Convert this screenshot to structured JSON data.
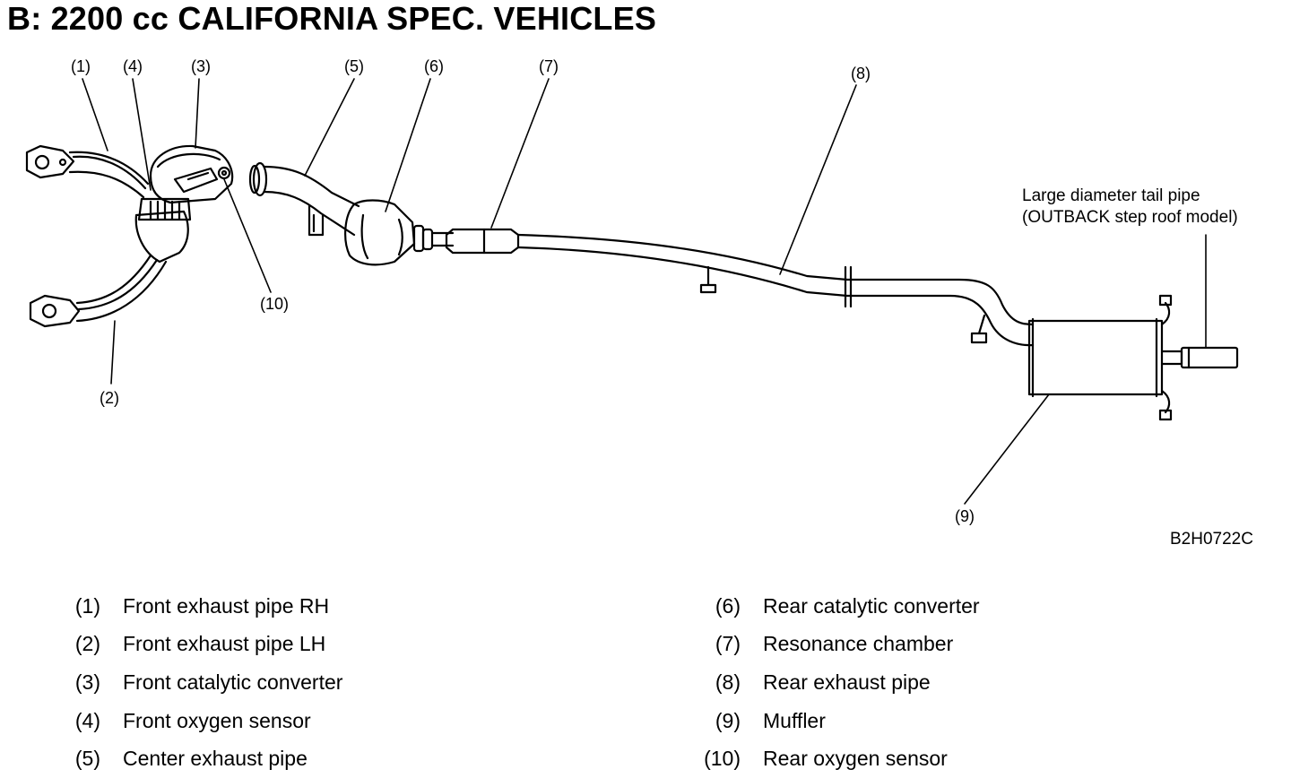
{
  "title": "B: 2200 cc CALIFORNIA SPEC. VEHICLES",
  "figure_code": "B2H0722C",
  "callouts": {
    "c1": "(1)",
    "c2": "(2)",
    "c3": "(3)",
    "c4": "(4)",
    "c5": "(5)",
    "c6": "(6)",
    "c7": "(7)",
    "c8": "(8)",
    "c9": "(9)",
    "c10": "(10)"
  },
  "tailpipe_note": {
    "line1": "Large diameter tail pipe",
    "line2": "(OUTBACK step roof model)"
  },
  "legend_left": [
    {
      "num": "(1)",
      "label": "Front exhaust pipe RH"
    },
    {
      "num": "(2)",
      "label": "Front exhaust pipe LH"
    },
    {
      "num": "(3)",
      "label": "Front catalytic converter"
    },
    {
      "num": "(4)",
      "label": "Front oxygen sensor"
    },
    {
      "num": "(5)",
      "label": "Center exhaust pipe"
    }
  ],
  "legend_right": [
    {
      "num": "(6)",
      "label": "Rear catalytic converter"
    },
    {
      "num": "(7)",
      "label": "Resonance chamber"
    },
    {
      "num": "(8)",
      "label": "Rear exhaust pipe"
    },
    {
      "num": "(9)",
      "label": "Muffler"
    },
    {
      "num": "(10)",
      "label": "Rear oxygen sensor"
    }
  ]
}
